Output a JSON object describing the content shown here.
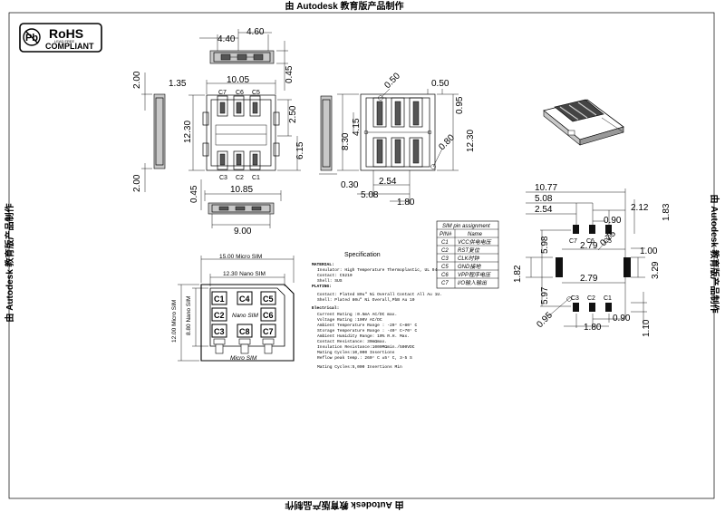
{
  "watermark": "由 Autodesk 教育版产品制作",
  "rohs": {
    "title": "RoHS",
    "sub1": "LEAD FREE",
    "sub2": "COMPLIANT"
  },
  "top_view_dims": [
    "4.40",
    "4.60",
    "0.45"
  ],
  "front_view": {
    "width": "10.05",
    "height": "12.30",
    "left_dims": [
      "2.00",
      "1.35",
      "2.00"
    ],
    "right_dims": [
      "2.50",
      "6.15"
    ],
    "pins_top": [
      "C7",
      "C6",
      "C5"
    ],
    "pins_bottom": [
      "C3",
      "C2",
      "C1"
    ],
    "bottom_dims": [
      "0.45",
      "10.85",
      "9.00"
    ]
  },
  "side_view": {
    "dims": [
      "0.50",
      "0.50",
      "0.95",
      "4.15",
      "8.30",
      "12.30",
      "0.80",
      "0.30",
      "2.54",
      "5.08",
      "1.80"
    ]
  },
  "sim_card": {
    "micro_width": "15.00 Micro SIM",
    "nano_width": "12.30 Nano SIM",
    "micro_height": "12.00 Micro SIM",
    "nano_height": "8.80 Nano SIM",
    "nano_label": "Nano SIM",
    "micro_label": "Micro  SIM",
    "contacts": [
      "C1",
      "C4",
      "C5",
      "C2",
      "C6",
      "C3",
      "C8",
      "C7"
    ]
  },
  "spec": {
    "title": "Specification",
    "lines": [
      "MATERIAL:",
      "Insulator: High Temperature Thermoplastic, UL 94V-0.",
      "Contact: C5210",
      "Shell: SUS",
      "PLATING:",
      "Contact: Plated 80u\" Ni Overall Contact All Au 1U.",
      "Shell: Plated 80u\" Ni Overall,PbB Au 10",
      "Electrical:",
      "Current Rating :0.5mA AC/DC max.",
      "Voltage Rating :100V AC/DC",
      "Ambient Temperature Range : -20° C~80° C",
      "Storage Temperature Range : -40° C~70° C",
      "Ambient Humidity Range: 10% R.H. Max.",
      "Contact Resistance: 30mΩmax.",
      "Insulation Resistance:1000MΩmin./500VDC",
      "Mating Cycles:10,000 Insertions",
      "Reflow peak temp.: 260° C ±5° C, 3-5 S",
      "Mating Cycles:5,000 Insertions Min"
    ]
  },
  "pin_table": {
    "title": "SIM pin assignment",
    "headers": [
      "PIN#",
      "Name"
    ],
    "rows": [
      [
        "C1",
        "VCC供电电压"
      ],
      [
        "C2",
        "RST复位"
      ],
      [
        "C3",
        "CLK时钟"
      ],
      [
        "C5",
        "GND接地"
      ],
      [
        "C6",
        "VPP程序电压"
      ],
      [
        "C7",
        "I/O输入输出"
      ]
    ]
  },
  "footprint": {
    "dims": [
      "10.77",
      "5.08",
      "2.54",
      "0.90",
      "2.12",
      "1.83",
      "5.98",
      "2.79",
      "1.00",
      "1.82",
      "3.29",
      "2.79",
      "5.97",
      "0.75",
      "0.95",
      "1.80",
      "0.90",
      "1.10"
    ],
    "pins_top": [
      "C7",
      "C6",
      "C5"
    ],
    "pins_bottom": [
      "C3",
      "C2",
      "C1"
    ]
  }
}
